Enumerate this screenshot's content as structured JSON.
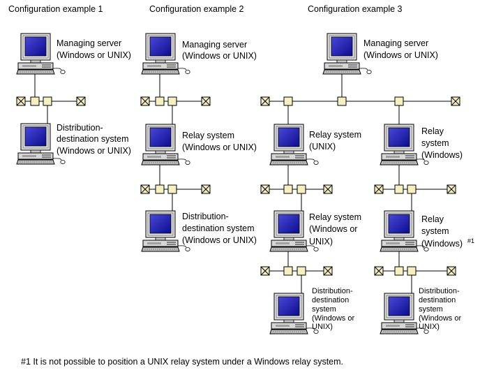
{
  "config1": {
    "title": "Configuration example 1",
    "server": {
      "line1": "Managing server",
      "line2": "(Windows or UNIX)"
    },
    "dest": {
      "line1": "Distribution-",
      "line2": "destination system",
      "line3": "(Windows or UNIX)"
    }
  },
  "config2": {
    "title": "Configuration example 2",
    "server": {
      "line1": "Managing server",
      "line2": "(Windows or UNIX)"
    },
    "relay": {
      "line1": "Relay system",
      "line2": "(Windows or UNIX)"
    },
    "dest": {
      "line1": "Distribution-",
      "line2": "destination system",
      "line3": "(Windows or UNIX)"
    }
  },
  "config3": {
    "title": "Configuration example 3",
    "server": {
      "line1": "Managing server",
      "line2": "(Windows or UNIX)"
    },
    "left_relay1": {
      "line1": "Relay system",
      "line2": "(UNIX)"
    },
    "left_relay2": {
      "line1": "Relay system",
      "line2": "(Windows or",
      "line3": "UNIX)"
    },
    "left_dest": {
      "line1": "Distribution-",
      "line2": "destination",
      "line3": "system",
      "line4": "(Windows or",
      "line5": "UNIX)"
    },
    "right_relay1": {
      "line1": "Relay",
      "line2": "system",
      "line3": "(Windows)"
    },
    "right_relay2": {
      "line1": "Relay",
      "line2": "system",
      "line3": "(Windows)",
      "mark": "#1"
    },
    "right_dest": {
      "line1": "Distribution-",
      "line2": "destination",
      "line3": "system",
      "line4": "(Windows or",
      "line5": "UNIX)"
    }
  },
  "footnote": "#1 It is not possible to position a UNIX relay system under a Windows relay system.",
  "colors": {
    "screen": "#1a1aa8",
    "node": "#f5f0c0",
    "case": "#c8c8c8"
  },
  "icons": {
    "computer": "computer-icon",
    "terminator": "terminator-icon",
    "node": "network-node-icon"
  }
}
